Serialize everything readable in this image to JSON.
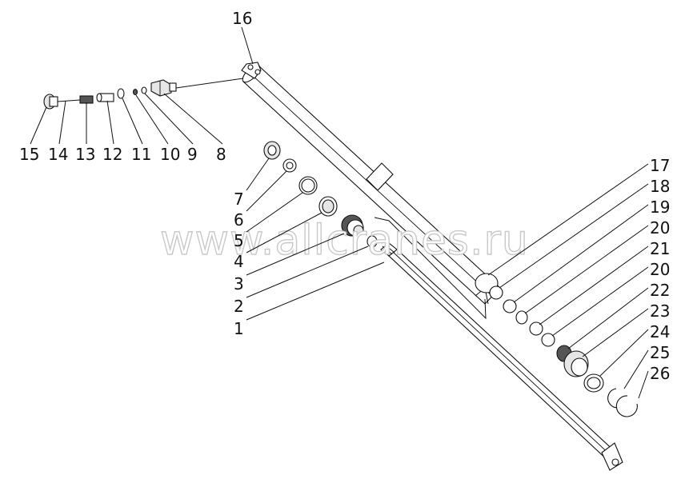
{
  "watermark": "www.allcranes.ru",
  "labels": {
    "l1": "1",
    "l2": "2",
    "l3": "3",
    "l4": "4",
    "l5": "5",
    "l6": "6",
    "l7": "7",
    "l8": "8",
    "l9": "9",
    "l10": "10",
    "l11": "11",
    "l12": "12",
    "l13": "13",
    "l14": "14",
    "l15": "15",
    "l16": "16",
    "l17": "17",
    "l18": "18",
    "l19": "19",
    "l20a": "20",
    "l21": "21",
    "l20b": "20",
    "l22": "22",
    "l23": "23",
    "l24": "24",
    "l25": "25",
    "l26": "26"
  }
}
